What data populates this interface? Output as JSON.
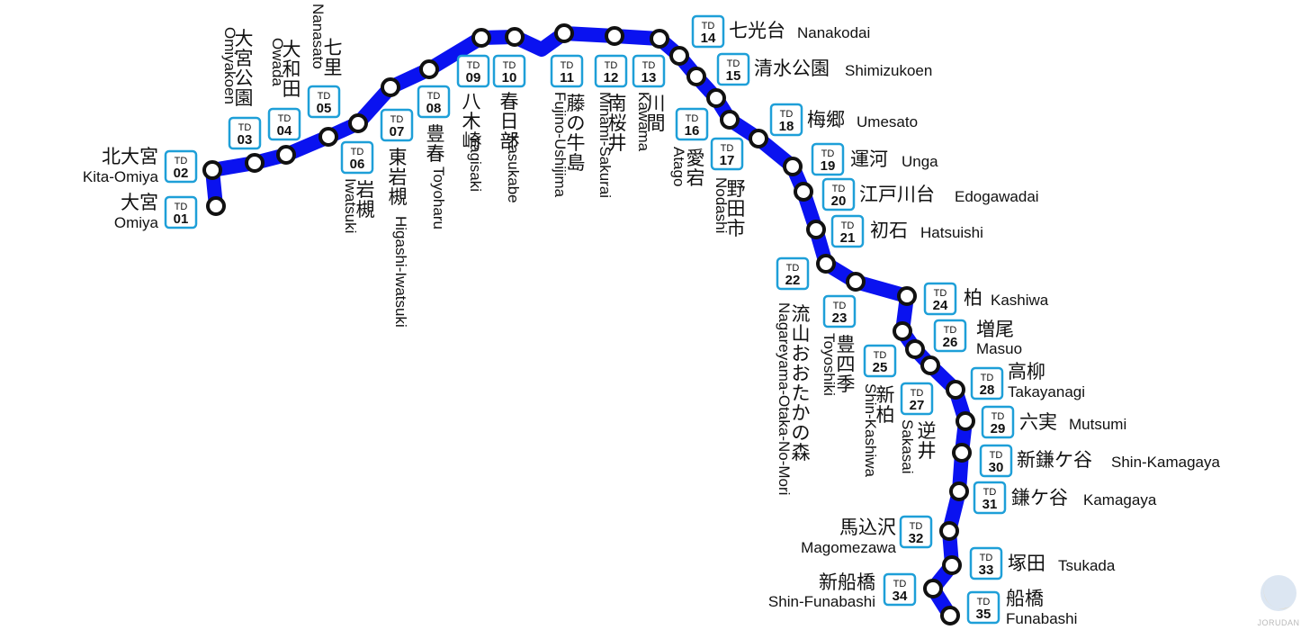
{
  "line": {
    "color": "#0a12f0",
    "badge_color": "#1e9fd8",
    "code_prefix": "TD"
  },
  "brand": {
    "name": "JORUDAN",
    "icon": "jorudan-logo-icon"
  },
  "stations": [
    {
      "num": "01",
      "jp": "大宮",
      "en": "Omiya"
    },
    {
      "num": "02",
      "jp": "北大宮",
      "en": "Kita-Omiya"
    },
    {
      "num": "03",
      "jp": "大宮公園",
      "en": "Omiyakoen"
    },
    {
      "num": "04",
      "jp": "大和田",
      "en": "Owada"
    },
    {
      "num": "05",
      "jp": "七里",
      "en": "Nanasato"
    },
    {
      "num": "06",
      "jp": "岩槻",
      "en": "Iwatsuki"
    },
    {
      "num": "07",
      "jp": "東岩槻",
      "en": "Higashi-Iwatsuki"
    },
    {
      "num": "08",
      "jp": "豊春",
      "en": "Toyoharu"
    },
    {
      "num": "09",
      "jp": "八木崎",
      "en": "Yagisaki"
    },
    {
      "num": "10",
      "jp": "春日部",
      "en": "Kasukabe"
    },
    {
      "num": "11",
      "jp": "藤の牛島",
      "en": "Fujino-Ushijima"
    },
    {
      "num": "12",
      "jp": "南桜井",
      "en": "Minami-Sakurai"
    },
    {
      "num": "13",
      "jp": "川間",
      "en": "Kawama"
    },
    {
      "num": "14",
      "jp": "七光台",
      "en": "Nanakodai"
    },
    {
      "num": "15",
      "jp": "清水公園",
      "en": "Shimizukoen"
    },
    {
      "num": "16",
      "jp": "愛宕",
      "en": "Atago"
    },
    {
      "num": "17",
      "jp": "野田市",
      "en": "Nodashi"
    },
    {
      "num": "18",
      "jp": "梅郷",
      "en": "Umesato"
    },
    {
      "num": "19",
      "jp": "運河",
      "en": "Unga"
    },
    {
      "num": "20",
      "jp": "江戸川台",
      "en": "Edogawadai"
    },
    {
      "num": "21",
      "jp": "初石",
      "en": "Hatsuishi"
    },
    {
      "num": "22",
      "jp": "流山おおたかの森",
      "en": "Nagareyama-Otaka-No-Mori"
    },
    {
      "num": "23",
      "jp": "豊四季",
      "en": "Toyoshiki"
    },
    {
      "num": "24",
      "jp": "柏",
      "en": "Kashiwa"
    },
    {
      "num": "25",
      "jp": "新柏",
      "en": "Shin-Kashiwa"
    },
    {
      "num": "26",
      "jp": "増尾",
      "en": "Masuo"
    },
    {
      "num": "27",
      "jp": "逆井",
      "en": "Sakasai"
    },
    {
      "num": "28",
      "jp": "高柳",
      "en": "Takayanagi"
    },
    {
      "num": "29",
      "jp": "六実",
      "en": "Mutsumi"
    },
    {
      "num": "30",
      "jp": "新鎌ケ谷",
      "en": "Shin-Kamagaya"
    },
    {
      "num": "31",
      "jp": "鎌ケ谷",
      "en": "Kamagaya"
    },
    {
      "num": "32",
      "jp": "馬込沢",
      "en": "Magomezawa"
    },
    {
      "num": "33",
      "jp": "塚田",
      "en": "Tsukada"
    },
    {
      "num": "34",
      "jp": "新船橋",
      "en": "Shin-Funabashi"
    },
    {
      "num": "35",
      "jp": "船橋",
      "en": "Funabashi"
    }
  ]
}
